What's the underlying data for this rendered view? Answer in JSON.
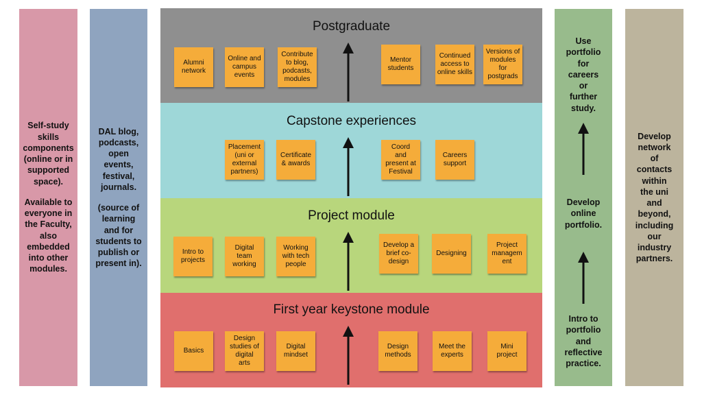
{
  "left_columns": {
    "self_study": {
      "para1": "Self-study\nskills\ncomponents\n(online or in\nsupported\nspace).",
      "para2": "Available to\neveryone in\nthe Faculty,\nalso\nembedded\ninto other\nmodules."
    },
    "dal": {
      "para1": "DAL blog,\npodcasts,\nopen\nevents,\nfestival,\njournals.",
      "para2": "(source of\nlearning\nand for\nstudents to\npublish or\npresent in)."
    }
  },
  "bands": [
    {
      "title": "Postgraduate",
      "color": "#8f8f8f",
      "notes": [
        "Alumni\nnetwork",
        "Online and\ncampus\nevents",
        "Contribute\nto blog,\npodcasts,\nmodules",
        "Mentor\nstudents",
        "Continued\naccess to\nonline skills",
        "Versions of\nmodules\nfor\npostgrads"
      ]
    },
    {
      "title": "Capstone experiences",
      "color": "#9ed7d8",
      "notes": [
        "Placement\n(uni or\nexternal\npartners)",
        "Certificate\n& awards",
        "Coord\nand\npresent at\nFestival",
        "Careers\nsupport"
      ]
    },
    {
      "title": "Project module",
      "color": "#b8d67c",
      "notes": [
        "Intro to\nprojects",
        "Digital\nteam\nworking",
        "Working\nwith tech\npeople",
        "Develop a\nbrief co-\ndesign",
        "Designing",
        "Project\nmanagem\nent"
      ]
    },
    {
      "title": "First year keystone module",
      "color": "#e06f6d",
      "notes": [
        "Basics",
        "Design\nstudies of\ndigital\narts",
        "Digital\nmindset",
        "Design\nmethods",
        "Meet the\nexperts",
        "Mini\nproject"
      ]
    }
  ],
  "portfolio_column": {
    "top": "Use\nportfolio\nfor\ncareers\nor\nfurther\nstudy.",
    "middle": "Develop\nonline\nportfolio.",
    "bottom": "Intro to\nportfolio\nand\nreflective\npractice."
  },
  "network_column": {
    "text": "Develop\nnetwork\nof\ncontacts\nwithin\nthe uni\nand\nbeyond,\nincluding\nour\nindustry\npartners."
  },
  "colors": {
    "pink": "#d898a8",
    "blue": "#8fa4bf",
    "green": "#98bb8c",
    "beige": "#bcb49d",
    "note": "#f5ac3a"
  }
}
